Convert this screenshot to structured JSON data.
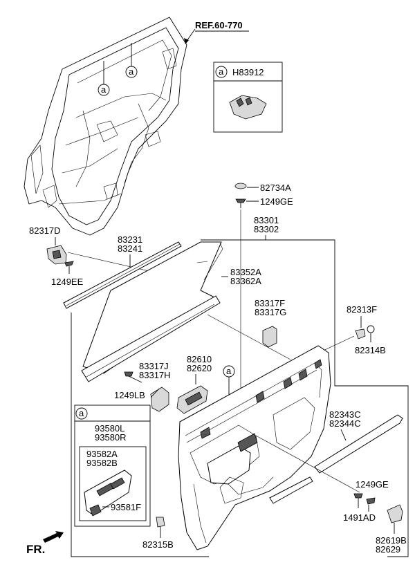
{
  "ref_label": "REF.60-770",
  "callout_a": "a",
  "detail_box_part": "H83912",
  "parts": {
    "p82734A": "82734A",
    "p1249GE_top": "1249GE",
    "p83301": "83301",
    "p83302": "83302",
    "p82317D": "82317D",
    "p83231": "83231",
    "p83241": "83241",
    "p1249EE": "1249EE",
    "p83352A": "83352A",
    "p83362A": "83362A",
    "p83317F": "83317F",
    "p83317G": "83317G",
    "p82313F": "82313F",
    "p82314B": "82314B",
    "p83317J": "83317J",
    "p83317H": "83317H",
    "p82610": "82610",
    "p82620": "82620",
    "p1249LB": "1249LB",
    "p93580L": "93580L",
    "p93580R": "93580R",
    "p93582A": "93582A",
    "p93582B": "93582B",
    "p93581F": "93581F",
    "p82343C": "82343C",
    "p82344C": "82344C",
    "p1249GE_bottom": "1249GE",
    "p1491AD": "1491AD",
    "p82315B": "82315B",
    "p82619B": "82619B",
    "p82629": "82629"
  },
  "direction_label": "FR."
}
